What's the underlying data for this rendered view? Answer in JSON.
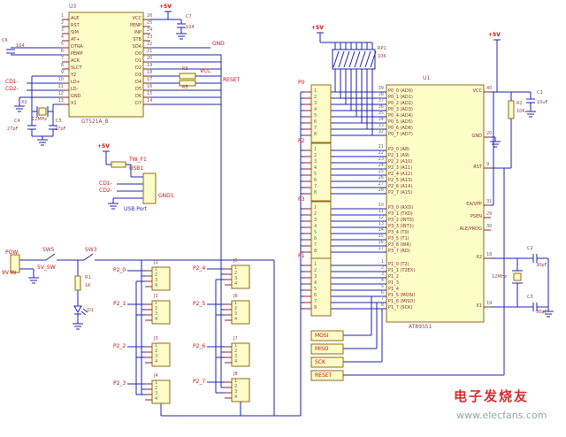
{
  "labels": {
    "plus5v": "+5V",
    "c7_ref": "C7",
    "c7_val": "104",
    "c6_ref": "C6",
    "c6_val": "104",
    "c4_ref": "C4",
    "c4_val": "27pF",
    "c5_ref": "C5",
    "c5_val": "27pF",
    "x2_ref": "X2",
    "x2_val": "12MHz",
    "r3_ref": "R3",
    "r5_ref": "R5",
    "net_vcc": "VCC",
    "net_reset": "RESET",
    "net_gnd": "GND",
    "cd1": "CD1-",
    "cd2": "CD2-",
    "f1_ref": "TW_F1",
    "usb_ref": "USB1",
    "gnd1": "GND1",
    "usb_port": "USB Port",
    "pow": "POW",
    "vin": "9V IN",
    "sw5_ref": "SW5",
    "sw5_val": "5V_SW",
    "sw3_ref": "SW3",
    "r1_ref": "R1",
    "r1_val": "1K",
    "d1_ref": "D1",
    "rp1_ref": "RP1",
    "rp1_val": "10K",
    "c1_ref": "C1",
    "c1_val": "10uF",
    "r2_ref": "R2",
    "r2_val": "10K",
    "c2_ref": "C2",
    "c2_val": "30pF",
    "c3_ref": "C3",
    "c3_val": "30pF",
    "y1_val": "12MHz"
  },
  "u3": {
    "ref": "U3",
    "part": "GT521A_B",
    "left_pins": [
      "ALE",
      "RST",
      "SIM",
      "AT+",
      "DTRA",
      "PEMP",
      "ACK",
      "SLCT",
      "Y2",
      "LD+",
      "LD-",
      "GND",
      "X1"
    ],
    "left_nums": [
      "1",
      "2",
      "3",
      "4",
      "5",
      "6",
      "7",
      "8",
      "9",
      "10",
      "11",
      "12",
      "13"
    ],
    "right_pins": [
      "VCC",
      "PENP",
      "INP",
      "STB",
      "SDA",
      "D0",
      "D1",
      "D2",
      "D3",
      "D4",
      "D5",
      "D6",
      "D7"
    ],
    "right_nums": [
      "26",
      "25",
      "24",
      "23",
      "22",
      "21",
      "20",
      "19",
      "18",
      "17",
      "16",
      "15",
      "14"
    ]
  },
  "u1": {
    "ref": "U1",
    "part": "AT89S51",
    "left_pins": [
      {
        "n": "39",
        "l": "P0_0 (AD0)"
      },
      {
        "n": "38",
        "l": "P0_1 (AD1)"
      },
      {
        "n": "37",
        "l": "P0_2 (AD2)"
      },
      {
        "n": "36",
        "l": "P0_3 (AD3)"
      },
      {
        "n": "35",
        "l": "P0_4 (AD4)"
      },
      {
        "n": "34",
        "l": "P0_5 (AD5)"
      },
      {
        "n": "33",
        "l": "P0_6 (AD6)"
      },
      {
        "n": "32",
        "l": "P0_7 (AD7)"
      },
      {
        "n": "21",
        "l": "P2_0 (A8)"
      },
      {
        "n": "22",
        "l": "P2_1 (A9)"
      },
      {
        "n": "23",
        "l": "P2_2 (A10)"
      },
      {
        "n": "24",
        "l": "P2_3 (A11)"
      },
      {
        "n": "25",
        "l": "P2_4 (A12)"
      },
      {
        "n": "26",
        "l": "P2_5 (A13)"
      },
      {
        "n": "27",
        "l": "P2_6 (A14)"
      },
      {
        "n": "28",
        "l": "P2_7 (A15)"
      },
      {
        "n": "10",
        "l": "P3_0 (RXD)"
      },
      {
        "n": "11",
        "l": "P3_1 (TXD)"
      },
      {
        "n": "12",
        "l": "P3_2 (INT0)"
      },
      {
        "n": "13",
        "l": "P3_3 (INT1)"
      },
      {
        "n": "14",
        "l": "P3_4 (T0)"
      },
      {
        "n": "15",
        "l": "P3_5 (T1)"
      },
      {
        "n": "16",
        "l": "P3_6 (WR)"
      },
      {
        "n": "17",
        "l": "P3_7 (RD)"
      },
      {
        "n": "1",
        "l": "P1_0 (T2)"
      },
      {
        "n": "2",
        "l": "P1_1 (T2EX)"
      },
      {
        "n": "3",
        "l": "P1_2"
      },
      {
        "n": "4",
        "l": "P1_3"
      },
      {
        "n": "5",
        "l": "P1_4"
      },
      {
        "n": "6",
        "l": "P1_5 (MOSI)"
      },
      {
        "n": "7",
        "l": "P1_6 (MISO)"
      },
      {
        "n": "8",
        "l": "P1_7 (SCK)"
      }
    ],
    "right_pins": [
      {
        "n": "40",
        "l": "VCC"
      },
      {
        "n": "20",
        "l": "GND"
      },
      {
        "n": "9",
        "l": "RST"
      },
      {
        "n": "31",
        "l": "EA/VPP"
      },
      {
        "n": "29",
        "l": "PSEN"
      },
      {
        "n": "30",
        "l": "ALE/PROG"
      },
      {
        "n": "18",
        "l": "X2"
      },
      {
        "n": "19",
        "l": "X1"
      }
    ]
  },
  "headers": [
    {
      "title": "P0",
      "pins": [
        "1",
        "2",
        "3",
        "4",
        "5",
        "6",
        "7",
        "8"
      ]
    },
    {
      "title": "P2",
      "pins": [
        "1",
        "2",
        "3",
        "4",
        "5",
        "6",
        "7",
        "8"
      ]
    },
    {
      "title": "P3",
      "pins": [
        "1",
        "2",
        "3",
        "4",
        "5",
        "6",
        "7",
        "8"
      ]
    },
    {
      "title": "P1",
      "pins": [
        "1",
        "2",
        "3",
        "4",
        "5",
        "6",
        "7",
        "8"
      ]
    }
  ],
  "jacks": [
    {
      "title": "J1",
      "net": "P2_0",
      "pins": [
        "1",
        "2",
        "3",
        "4"
      ]
    },
    {
      "title": "J2",
      "net": "P2_1",
      "pins": [
        "1",
        "2",
        "3",
        "4"
      ]
    },
    {
      "title": "J3",
      "net": "P2_2",
      "pins": [
        "1",
        "2",
        "3",
        "4"
      ]
    },
    {
      "title": "J4",
      "net": "P2_3",
      "pins": [
        "1",
        "2",
        "3",
        "4"
      ]
    },
    {
      "title": "J5",
      "net": "P2_4",
      "pins": [
        "1",
        "2",
        "3",
        "4"
      ]
    },
    {
      "title": "J6",
      "net": "P2_5",
      "pins": [
        "1",
        "2",
        "3",
        "4"
      ]
    },
    {
      "title": "J7",
      "net": "P2_6",
      "pins": [
        "1",
        "2",
        "3",
        "4"
      ]
    },
    {
      "title": "J8",
      "net": "P2_7",
      "pins": [
        "1",
        "2",
        "3",
        "4"
      ]
    }
  ],
  "isp": [
    "MOSI",
    "MISO",
    "SCK",
    "RESET"
  ],
  "watermark": {
    "brand": "电子发烧友",
    "url": "www.elecfans.com"
  }
}
